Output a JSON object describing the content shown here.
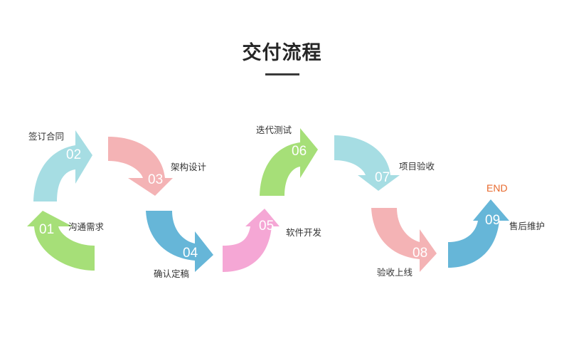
{
  "title": "交付流程",
  "colors": {
    "green": "#a6df78",
    "light_blue": "#a6dde3",
    "pink": "#f4b3b5",
    "blue": "#66b6d8",
    "magenta": "#f5a7d5",
    "end": "#e86a2e"
  },
  "steps": [
    {
      "number": "01",
      "label": "沟通需求",
      "color": "green"
    },
    {
      "number": "02",
      "label": "签订合同",
      "color": "light_blue"
    },
    {
      "number": "03",
      "label": "架构设计",
      "color": "pink"
    },
    {
      "number": "04",
      "label": "确认定稿",
      "color": "blue"
    },
    {
      "number": "05",
      "label": "软件开发",
      "color": "magenta"
    },
    {
      "number": "06",
      "label": "迭代测试",
      "color": "green"
    },
    {
      "number": "07",
      "label": "项目验收",
      "color": "light_blue"
    },
    {
      "number": "08",
      "label": "验收上线",
      "color": "pink"
    },
    {
      "number": "09",
      "label": "售后维护",
      "color": "blue"
    }
  ],
  "end_label": "END"
}
